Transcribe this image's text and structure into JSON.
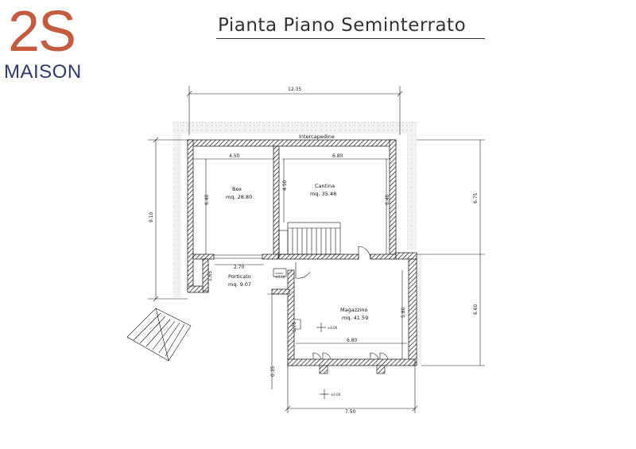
{
  "logo": {
    "mark": "2S",
    "word": "MAISON"
  },
  "title": "Pianta Piano Seminterrato",
  "plan": {
    "intercapedine": "Intercapedine",
    "rooms": [
      {
        "name": "Box",
        "area": "mq. 28.80"
      },
      {
        "name": "Cantina",
        "area": "mq. 35.48"
      },
      {
        "name": "Porticato",
        "area": "mq. 9.07"
      },
      {
        "name": "Magazzino",
        "area": "mq. 41.59"
      }
    ],
    "dimensions": {
      "top_total": "12.35",
      "box_width": "4.50",
      "cantina_width": "6.80",
      "box_height": "6.40",
      "cantina_left": "4.50",
      "cantina_height": "6.40",
      "left_total": "9.10",
      "right_upper": "6.75",
      "right_lower": "6.60",
      "porticato_width": "2.70",
      "porticato_height": "1.65",
      "magazzino_width": "6.80",
      "magazzino_right": "5.80",
      "magazzino_left": "1.75",
      "bottom_small": "0.35",
      "bottom_total": "7.50"
    },
    "level_labels": [
      "±0.00",
      "±0.00",
      "+0.10"
    ]
  }
}
